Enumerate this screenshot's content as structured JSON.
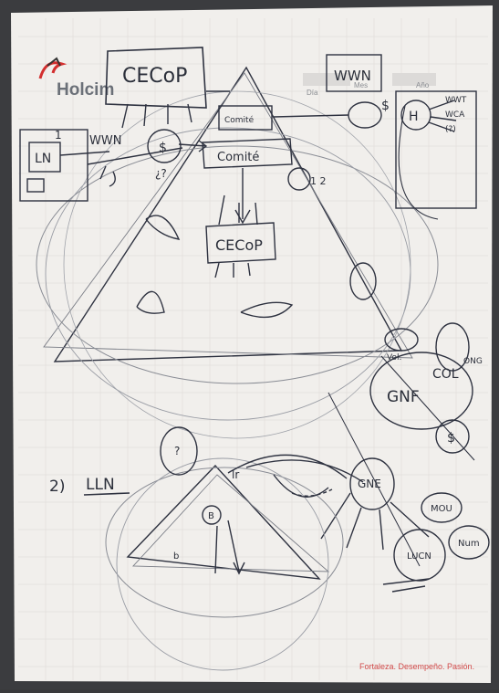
{
  "brand": {
    "logo_text": "Holcim",
    "tagline": "Fortaleza. Desempeño. Pasión.",
    "accent_color": "#d32f2f"
  },
  "paper": {
    "header_labels": {
      "day": "Día",
      "month": "Mes",
      "year": "Año"
    }
  },
  "notes": {
    "cecop_top": "CECoP",
    "wwn_top": "WWN",
    "wwn_left": "WWN",
    "comite_small": "Comité",
    "comite": "Comité",
    "cecop_mid": "CECoP",
    "q_mark": "¿?",
    "num_1": "1",
    "num_12": "1 2",
    "ln": "LN",
    "year_list": [
      "WWT",
      "WCA",
      "(?)"
    ],
    "h_letter": "H",
    "dollar_a": "$",
    "dollar_b": "$",
    "dollar_c": "$",
    "vol": "Vol.",
    "ong": "ONG",
    "gnf_big": "GNF",
    "col": "COL",
    "gne": "GNE",
    "mou": "MOU",
    "lucn": "LUCN",
    "num_right": "Num",
    "section_2": "2)",
    "lln": "LLN",
    "q_circle": "?",
    "b_circle": "B",
    "lr": "lr",
    "b_small": "b"
  }
}
